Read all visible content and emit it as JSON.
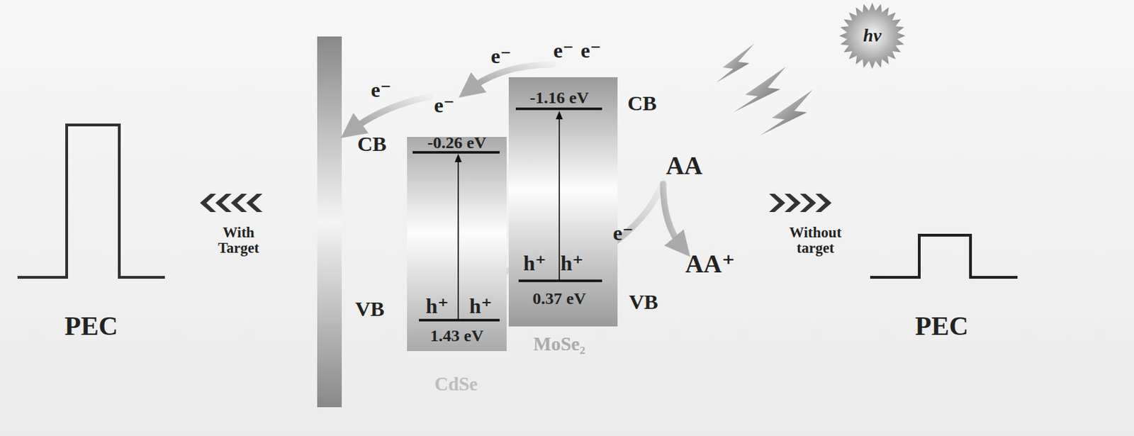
{
  "diagram": {
    "nodes": [
      {
        "text": [
          "-0.26 eV",
          "1.43 eV",
          "CdSe"
        ]
      },
      {
        "text": [
          "-1.16 eV",
          "0.37 eV",
          "MoSe₂"
        ]
      },
      {
        "text": [
          "hν"
        ]
      }
    ],
    "labels": [
      "e⁻",
      "e⁻",
      "e⁻",
      "e⁻",
      "e⁻",
      "CB",
      "CB",
      "VB",
      "VB",
      "h⁺",
      "h⁺",
      "h⁺",
      "h⁺",
      "AA",
      "e⁻",
      "AA⁺",
      "With Target",
      "Without target",
      "PEC",
      "PEC"
    ]
  }
}
